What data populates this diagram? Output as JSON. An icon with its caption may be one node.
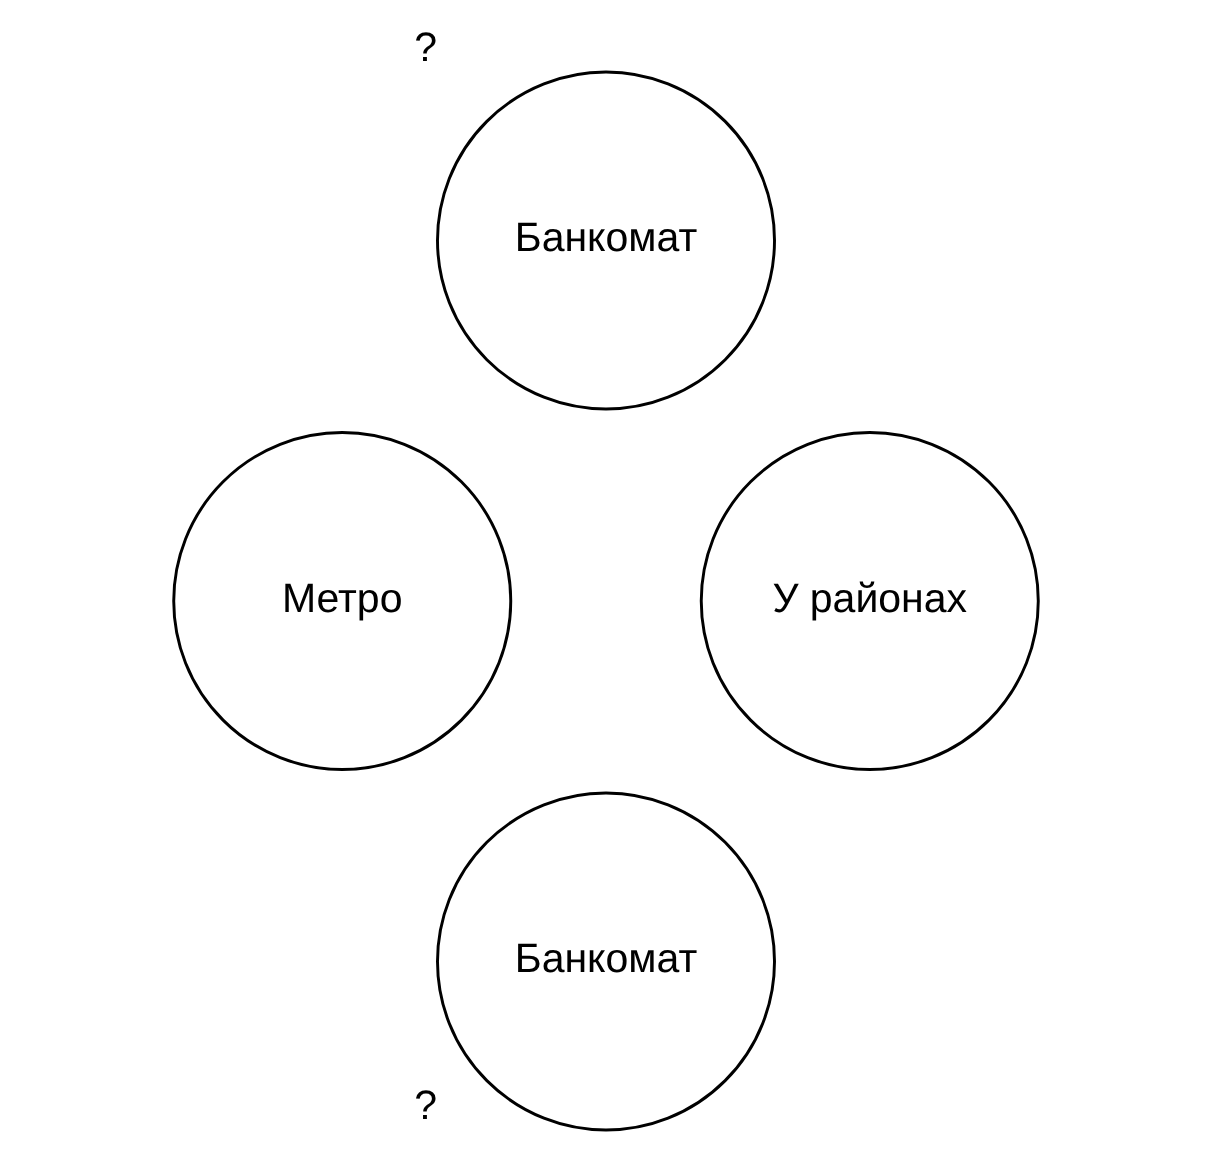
{
  "diagram": {
    "nodes": [
      {
        "text": [
          "Банкомат"
        ],
        "beside": [
          "?"
        ]
      },
      {
        "text": [
          "Метро"
        ]
      },
      {
        "text": [
          "У районах"
        ]
      },
      {
        "text": [
          "Банкомат"
        ],
        "beside": [
          "?"
        ]
      }
    ]
  }
}
